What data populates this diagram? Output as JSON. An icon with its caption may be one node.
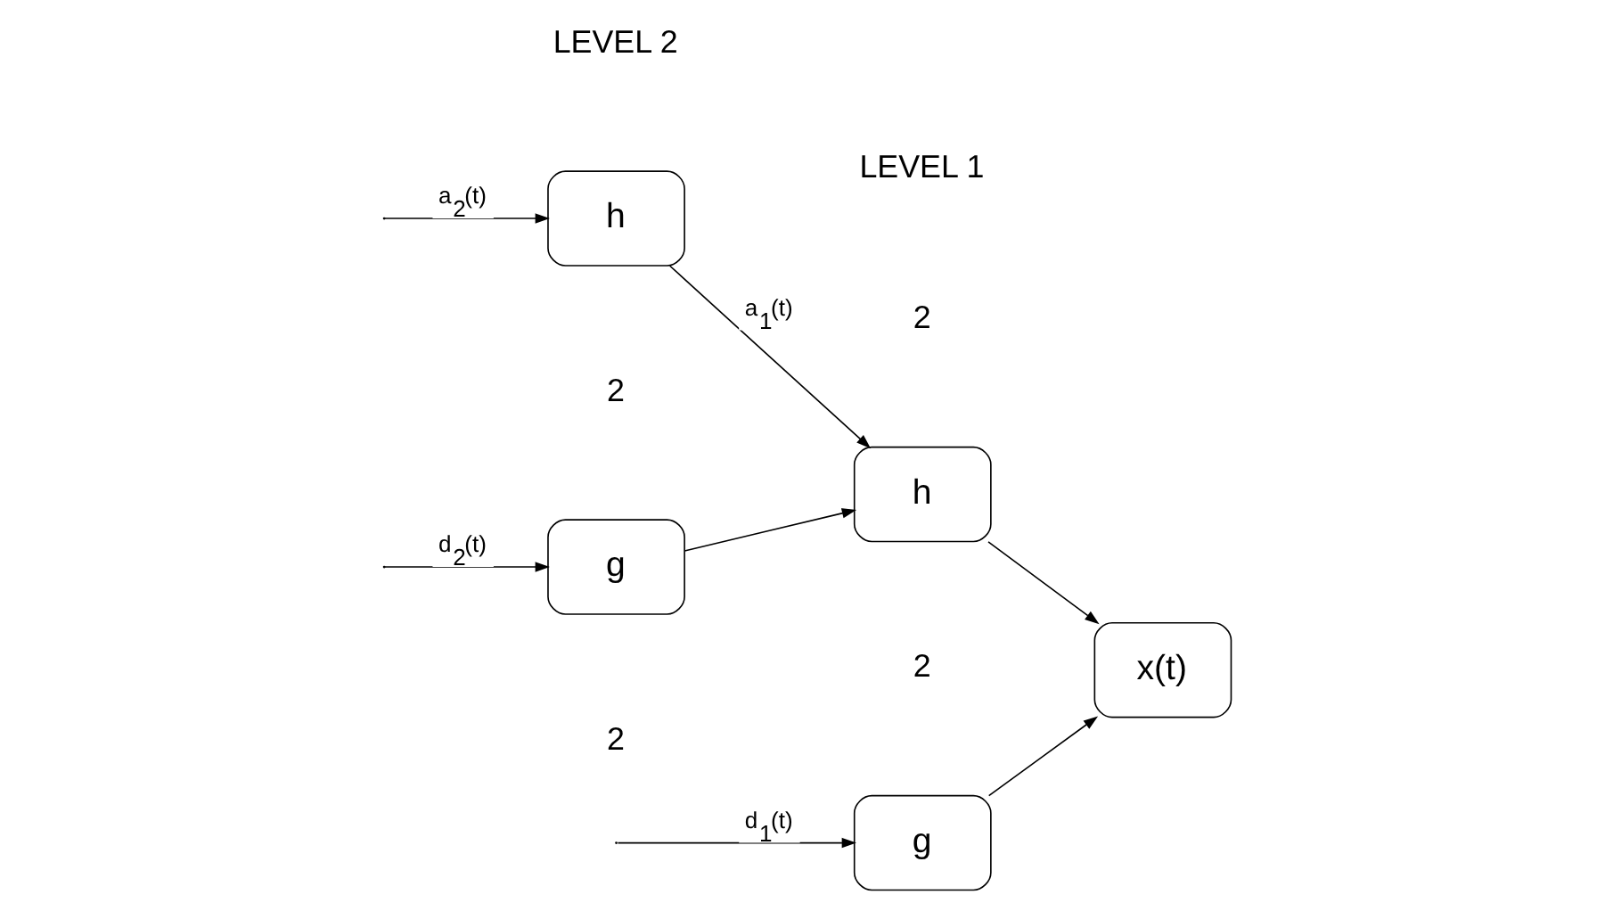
{
  "diagram": {
    "nodes": [
      {
        "text": [
          "h"
        ]
      },
      {
        "text": [
          "g"
        ]
      },
      {
        "text": [
          "h"
        ]
      },
      {
        "text": [
          "g"
        ]
      },
      {
        "text": [
          "x(t)"
        ]
      }
    ],
    "edges": [
      {
        "from": null,
        "to": 0,
        "arrow": "to",
        "label": "a$_{2}$(t)"
      },
      {
        "from": null,
        "to": 1,
        "arrow": "to",
        "label": "d$_{2}$(t)"
      },
      {
        "from": 0,
        "to": 2,
        "arrow": "to",
        "label": "a$_{1}$(t)"
      },
      {
        "from": 1,
        "to": 2,
        "arrow": "to"
      },
      {
        "from": null,
        "to": 3,
        "arrow": "to",
        "label": "d$_{1}$(t)"
      },
      {
        "from": 2,
        "to": 4,
        "arrow": "to"
      },
      {
        "from": 3,
        "to": 4,
        "arrow": "to"
      }
    ],
    "labels": [
      "LEVEL 2",
      "LEVEL 1",
      "2",
      "2",
      "2",
      "2"
    ]
  }
}
